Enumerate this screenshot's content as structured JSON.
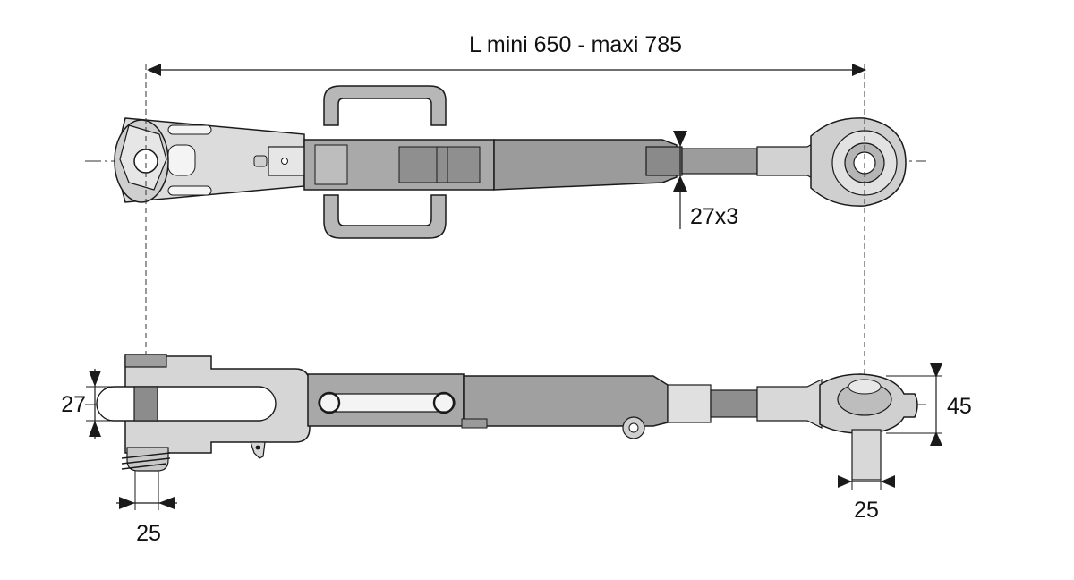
{
  "diagram": {
    "dimensions": {
      "overall_length": "L mini 650 - maxi 785",
      "thread": "27x3",
      "fork_width": "27",
      "ball_width": "45",
      "fork_pin": "25",
      "ball_pin": "25"
    },
    "colors": {
      "line": "#1a1a1a",
      "metal_light": "#d6d6d6",
      "metal_mid": "#a9a9a9",
      "metal_dark": "#7d7d7d",
      "bore": "#ffffff"
    }
  }
}
